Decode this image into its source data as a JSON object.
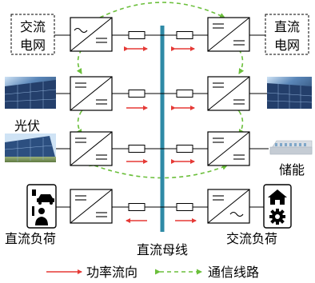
{
  "labels": {
    "ac_grid": [
      "交流",
      "电网"
    ],
    "dc_grid": [
      "直流",
      "电网"
    ],
    "pv": "光伏",
    "storage": "储能",
    "dc_load": "直流负荷",
    "ac_load": "交流负荷",
    "dc_bus": "直流母线"
  },
  "legend": {
    "power_flow": "功率流向",
    "communication": "通信线路"
  },
  "colors": {
    "bus": "#2e8aa6",
    "power_arrow": "#e53935",
    "comm_line": "#6bbf3b"
  },
  "icons": {
    "ac_dc_converter": "ac-dc-converter-icon",
    "dc_dc_converter": "dc-dc-converter-icon",
    "solar_panel": "solar-panel-icon",
    "battery_storage": "battery-storage-icon",
    "ev_charger": "ev-charger-icon",
    "home": "home-icon",
    "gear": "gear-icon"
  }
}
